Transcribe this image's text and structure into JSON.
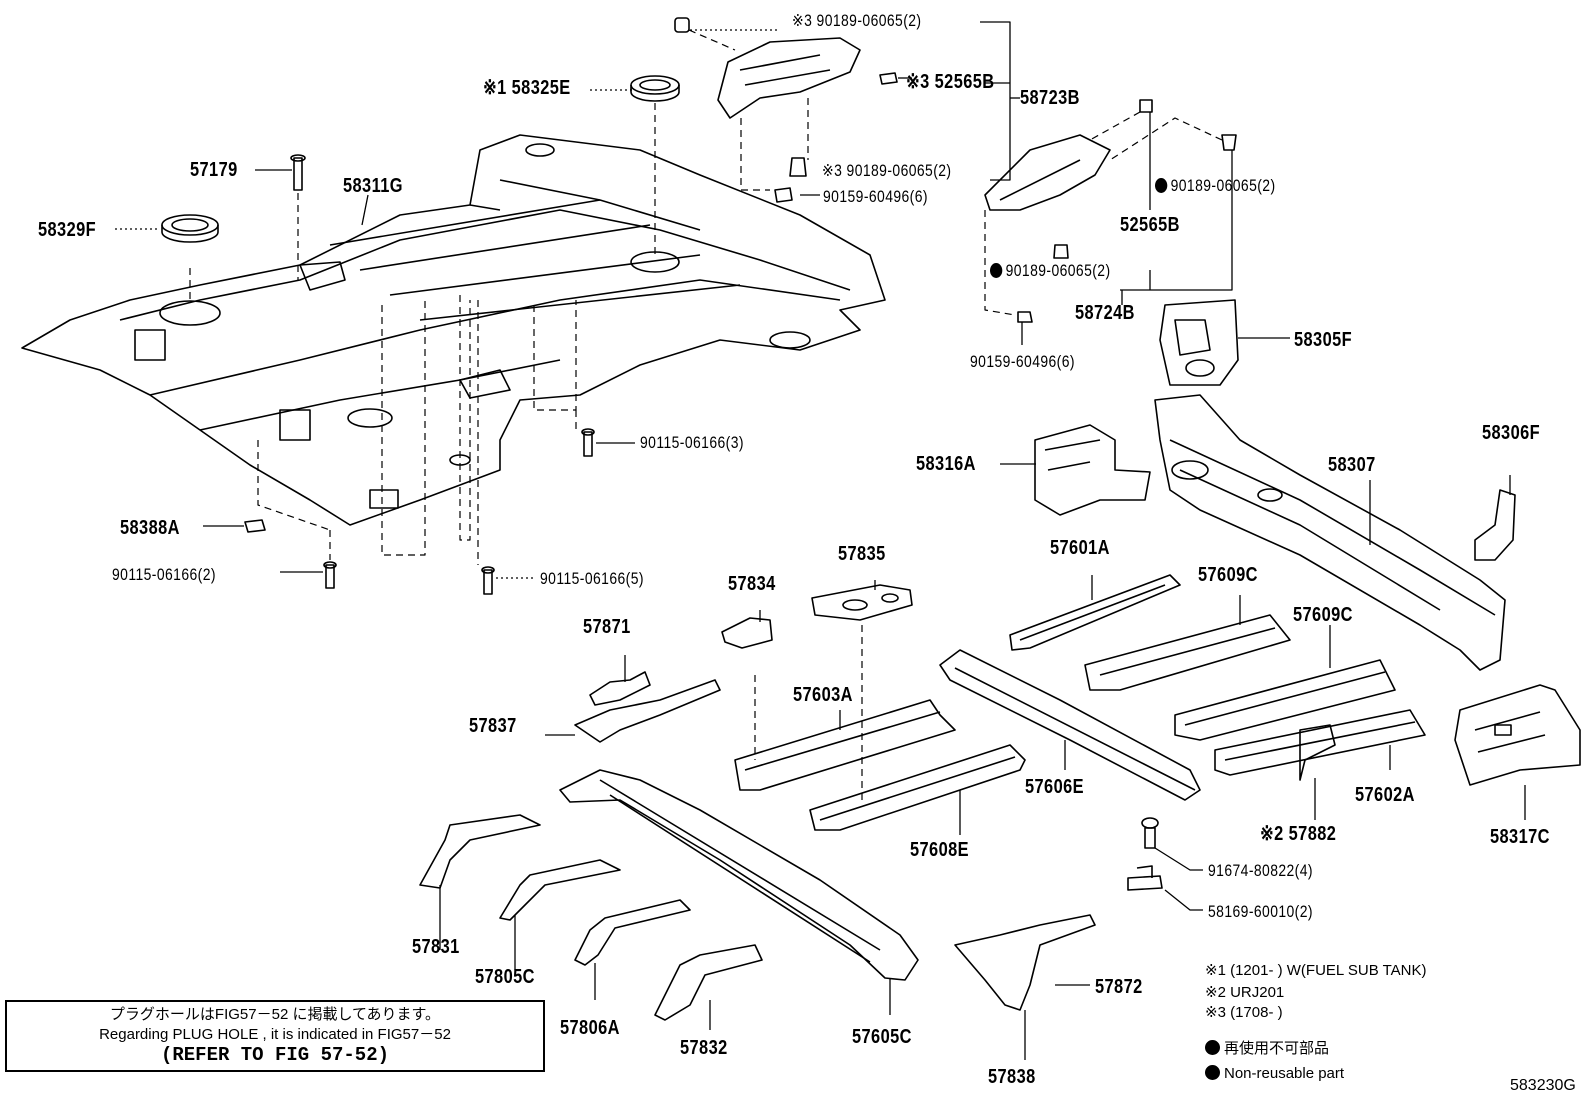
{
  "labels": {
    "p58325E": "※1 58325E",
    "p57179": "57179",
    "p58311G": "58311G",
    "p58329F": "58329F",
    "p58388A": "58388A",
    "p90115_2": "90115-06166(2)",
    "p90115_5": "90115-06166(5)",
    "p90115_3": "90115-06166(3)",
    "p90189_top": "※3 90189-06065(2)",
    "p52565B_top": "※3 52565B",
    "p58723B": "58723B",
    "p90189_mid": "※3 90189-06065(2)",
    "p90159_a": "90159-60496(6)",
    "p90189_r1": "90189-06065(2)",
    "p52565B_r": "52565B",
    "p90189_r2": "90189-06065(2)",
    "p58724B": "58724B",
    "p90159_b": "90159-60496(6)",
    "p58305F": "58305F",
    "p58316A": "58316A",
    "p58307": "58307",
    "p58306F": "58306F",
    "p57835": "57835",
    "p57834": "57834",
    "p57871": "57871",
    "p57837": "57837",
    "p57601A": "57601A",
    "p57609C_1": "57609C",
    "p57609C_2": "57609C",
    "p57603A": "57603A",
    "p57606E": "57606E",
    "p57602A": "57602A",
    "p58317C": "58317C",
    "p57608E": "57608E",
    "p57882": "※2 57882",
    "p91674": "91674-80822(4)",
    "p58169": "58169-60010(2)",
    "p57831": "57831",
    "p57805C": "57805C",
    "p57806A": "57806A",
    "p57832": "57832",
    "p57605C": "57605C",
    "p57872": "57872",
    "p57838": "57838"
  },
  "notes": {
    "n1": "※1 (1201-     ) W(FUEL SUB TANK)",
    "n2": "※2 URJ201",
    "n3": "※3 (1708-     )",
    "n4": "再使用不可部品",
    "n5": "Non-reusable part"
  },
  "plug_box": {
    "line1": "プラグホールはFIG57－52 に掲載してあります。",
    "line2": "Regarding PLUG HOLE , it is indicated in FIG57－52",
    "line3": "(REFER TO FIG 57-52)"
  },
  "figure_code": "583230G",
  "colors": {
    "ink": "#000000",
    "paper": "#ffffff"
  }
}
